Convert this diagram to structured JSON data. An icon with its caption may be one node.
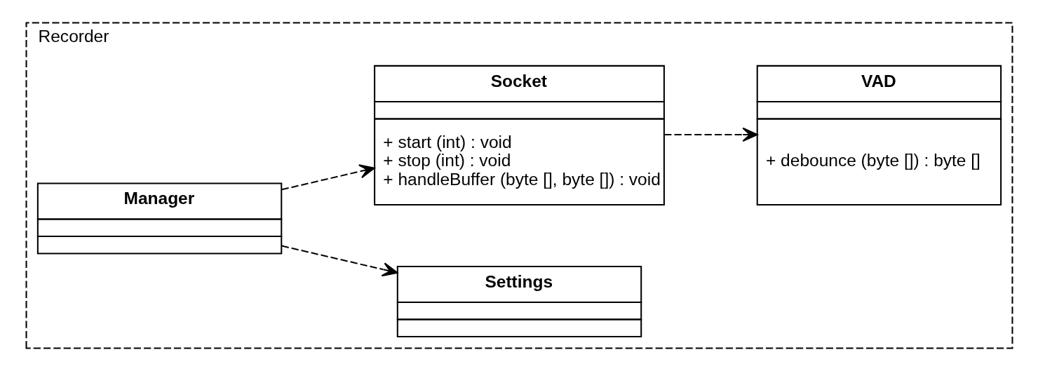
{
  "diagram": {
    "nodes": [
      {
        "text": [
          "Recorder"
        ]
      },
      {
        "text": [
          "Manager"
        ],
        "in": 0
      },
      {
        "text": [
          "Settings"
        ],
        "in": 0
      },
      {
        "text": [
          "Socket",
          "+ start (int) : void",
          "+ stop (int) : void",
          "+ handleBuffer (byte [], byte []) : void"
        ],
        "in": 0
      },
      {
        "text": [
          "VAD",
          "+ debounce (byte []) : byte []"
        ],
        "in": 0
      }
    ],
    "edges": [
      {
        "from": 1,
        "to": 2,
        "arrow": "to",
        "style": "dashed"
      },
      {
        "from": 1,
        "to": 3,
        "arrow": "to",
        "style": "dashed"
      },
      {
        "from": 3,
        "to": 4,
        "arrow": "to",
        "style": "dashed"
      }
    ]
  }
}
